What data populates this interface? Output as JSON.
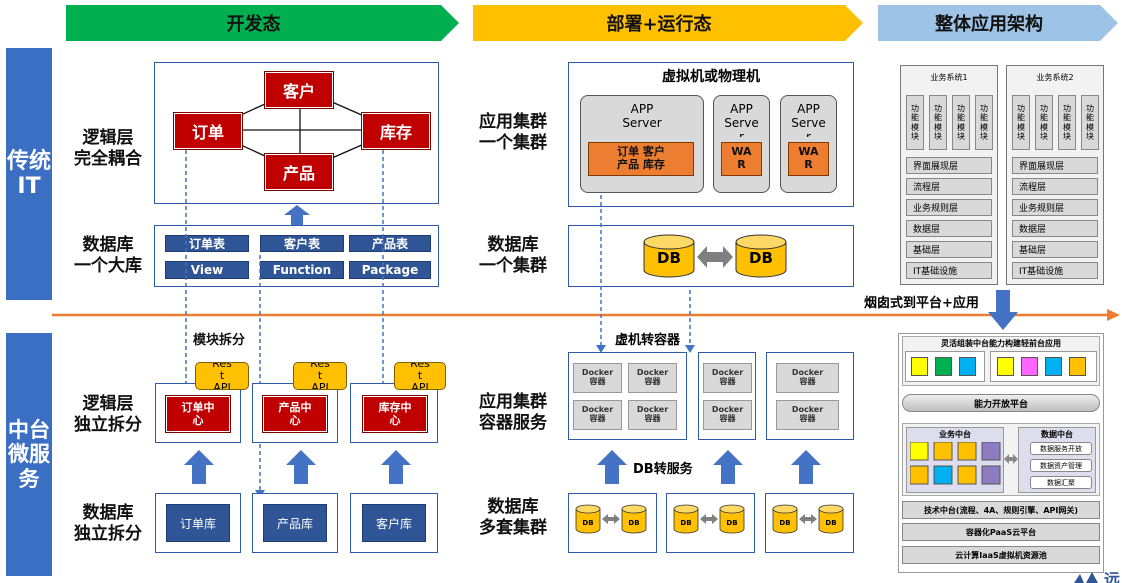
{
  "headers": {
    "dev": "开发态",
    "deploy": "部署+运行态",
    "arch": "整体应用架构"
  },
  "side": {
    "traditional": "传统\nIT",
    "middle": "中台\n微服务"
  },
  "rows": {
    "logic_coupled": "逻辑层\n完全耦合",
    "db_one": "数据库\n一个大库",
    "logic_split": "逻辑层\n独立拆分",
    "db_split": "数据库\n独立拆分",
    "app_cluster": "应用集群\n一个集群",
    "db_cluster": "数据库\n一个集群",
    "app_container": "应用集群\n容器服务",
    "db_multi": "数据库\n多套集群"
  },
  "coupled": {
    "customer": "客户",
    "order": "订单",
    "inventory": "库存",
    "product": "产品"
  },
  "db_tables": [
    "订单表",
    "客户表",
    "产品表",
    "View",
    "Function",
    "Package"
  ],
  "module_split": "模块拆分",
  "rest_api": "Res\nt\nAPI",
  "centers": [
    "订单中\n心",
    "产品中\n心",
    "库存中\n心"
  ],
  "split_dbs": [
    "订单库",
    "产品库",
    "客户库"
  ],
  "vm": {
    "title": "虚拟机或物理机",
    "app_server": "APP\nServer",
    "app_server_short": "APP\nServe\nr",
    "inner": "订单  客户\n产品  库存",
    "war": "WA\nR"
  },
  "db_label": "DB",
  "vm_to_container": "虚机转容器",
  "docker": "Docker\n容器",
  "db_to_service": "DB转服务",
  "arrow_label": "烟囱式到平台+应用",
  "biz": {
    "sys1": "业务系统1",
    "sys2": "业务系统2",
    "module": "功\n能\n模\n块",
    "layers": [
      "界面展现层",
      "流程层",
      "业务规则层",
      "数据层",
      "基础层",
      "IT基础设施"
    ]
  },
  "platform": {
    "title": "灵活组装中台能力构建轻前台应用",
    "capability": "能力开放平台",
    "biz_center": "业务中台",
    "data_center": "数据中台",
    "data_items": [
      "数据服务开放",
      "数据资产管理",
      "数据汇聚"
    ],
    "tech": "技术中台(流程、4A、规则引擎、API网关)",
    "paas": "容器化PaaS云平台",
    "iaas": "云计算IaaS虚拟机资源池"
  },
  "logo_text": "远",
  "colors": {
    "header_green": "#00b050",
    "header_yellow": "#ffc000",
    "header_blue": "#9dc3e6",
    "side_blue": "#3b6fc4",
    "red": "#c00000",
    "navy": "#2f5597",
    "orange_line": "#ed7d31"
  }
}
